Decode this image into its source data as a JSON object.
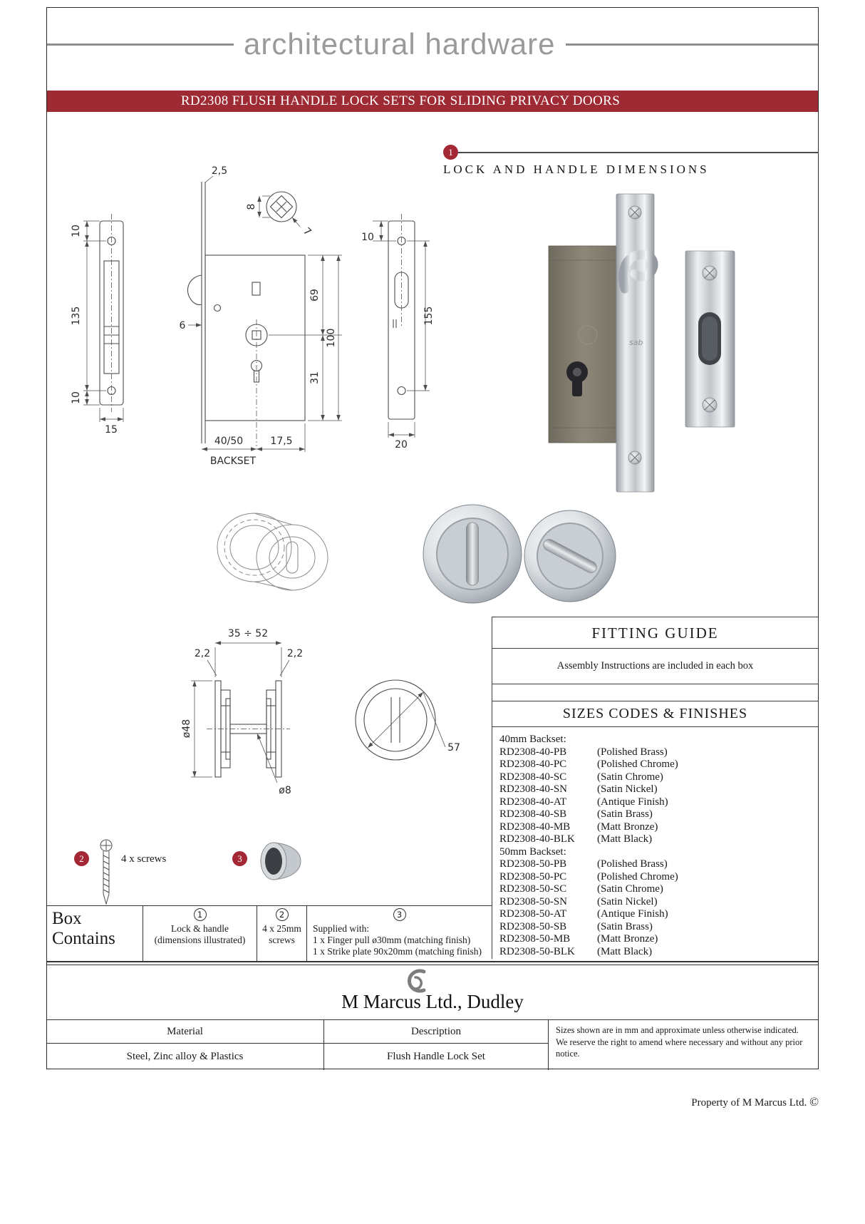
{
  "colors": {
    "accent_red": "#9e2a33",
    "header_gray": "#9a9a9a",
    "line_dark": "#333333"
  },
  "header": {
    "title": "architectural hardware"
  },
  "banner": {
    "title": "RD2308 FLUSH HANDLE LOCK SETS FOR SLIDING PRIVACY DOORS"
  },
  "section": {
    "badge": "1",
    "title": "LOCK AND HANDLE DIMENSIONS"
  },
  "drawings": {
    "faceplate": {
      "dim_top": "10",
      "dim_height": "135",
      "dim_bottom": "10",
      "dim_width": "15"
    },
    "lockcase": {
      "dim_plate": "2,5",
      "dim_spindle": "8",
      "dim_square": "7",
      "dim_six": "6",
      "dim_upper": "69",
      "dim_total": "100",
      "dim_lower": "31",
      "dim_backset": "40/50",
      "dim_rear": "17,5",
      "backset_label": "BACKSET"
    },
    "strike": {
      "dim_top": "10",
      "dim_height": "155",
      "dim_width": "20"
    },
    "handle": {
      "dim_depth": "35 ÷ 52",
      "dim_flange_left": "2,2",
      "dim_flange_right": "2,2",
      "dim_rose": "ø48",
      "dim_spindle": "ø8",
      "dim_face": "57"
    }
  },
  "photos": {
    "lock_brand": "sab"
  },
  "fitting_guide": {
    "title": "FITTING GUIDE",
    "text": "Assembly Instructions are included in each box"
  },
  "sizes_codes": {
    "title": "SIZES CODES & FINISHES",
    "group40": "40mm Backset:",
    "group50": "50mm Backset:",
    "codes40": [
      {
        "code": "RD2308-40-PB",
        "finish": "(Polished Brass)"
      },
      {
        "code": "RD2308-40-PC",
        "finish": "(Polished Chrome)"
      },
      {
        "code": "RD2308-40-SC",
        "finish": "(Satin Chrome)"
      },
      {
        "code": "RD2308-40-SN",
        "finish": "(Satin Nickel)"
      },
      {
        "code": "RD2308-40-AT",
        "finish": "(Antique Finish)"
      },
      {
        "code": "RD2308-40-SB",
        "finish": "(Satin Brass)"
      },
      {
        "code": "RD2308-40-MB",
        "finish": "(Matt Bronze)"
      },
      {
        "code": "RD2308-40-BLK",
        "finish": "(Matt Black)"
      }
    ],
    "codes50": [
      {
        "code": "RD2308-50-PB",
        "finish": "(Polished Brass)"
      },
      {
        "code": "RD2308-50-PC",
        "finish": "(Polished Chrome)"
      },
      {
        "code": "RD2308-50-SC",
        "finish": "(Satin Chrome)"
      },
      {
        "code": "RD2308-50-SN",
        "finish": "(Satin Nickel)"
      },
      {
        "code": "RD2308-50-AT",
        "finish": "(Antique Finish)"
      },
      {
        "code": "RD2308-50-SB",
        "finish": "(Satin Brass)"
      },
      {
        "code": "RD2308-50-MB",
        "finish": "(Matt Bronze)"
      },
      {
        "code": "RD2308-50-BLK",
        "finish": "(Matt Black)"
      }
    ]
  },
  "annotations": {
    "screws_badge": "2",
    "screws_label": "4 x screws",
    "pull_badge": "3"
  },
  "box_contains": {
    "title_line1": "Box",
    "title_line2": "Contains",
    "col1_badge": "1",
    "col1_line1": "Lock & handle",
    "col1_line2": "(dimensions illustrated)",
    "col2_badge": "2",
    "col2_line1": "4 x 25mm",
    "col2_line2": "screws",
    "col3_badge": "3",
    "col3_line1": "Supplied with:",
    "col3_line2": "1 x Finger pull ø30mm (matching finish)",
    "col3_line3": "1 x Strike plate 90x20mm (matching finish)"
  },
  "footer": {
    "company": "M Marcus Ltd., Dudley",
    "material_label": "Material",
    "material_value": "Steel, Zinc alloy & Plastics",
    "description_label": "Description",
    "description_value": "Flush Handle Lock Set",
    "notice": "Sizes shown are in mm and approximate unless otherwise indicated. We reserve the right to amend where necessary and without any prior notice.",
    "property": "Property of M Marcus Ltd.",
    "copyright": "©"
  }
}
